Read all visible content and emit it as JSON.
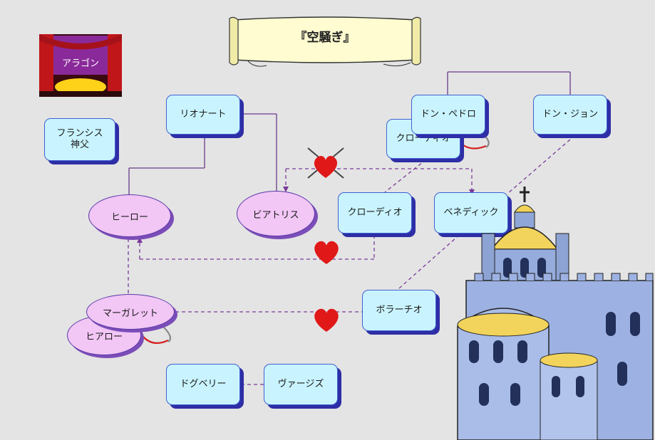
{
  "title": "『空騒ぎ』",
  "stage_label": "アラゴン",
  "characters": {
    "francis": "フランシス\n神父",
    "leonato": "リオナート",
    "don_pedro": "ドン・ペドロ",
    "don_john": "ドン・ジョン",
    "claudio_shadow": "クローディオ",
    "hero": "ヒーロー",
    "beatrice": "ビアトリス",
    "claudio": "クローディオ",
    "benedick": "ベネディック",
    "margaret": "マーガレット",
    "hero_disguise": "ヒアロー",
    "borachio": "ボラーチオ",
    "dogberry": "ドグベリー",
    "verges": "ヴァージズ"
  },
  "colors": {
    "background": "#e4e4e4",
    "box_fill": "#c9f4ff",
    "box_shadow": "#2e2ea6",
    "ellipse_fill": "#f2c6f5",
    "line": "#7a3a9a",
    "heart": "#e01818"
  }
}
